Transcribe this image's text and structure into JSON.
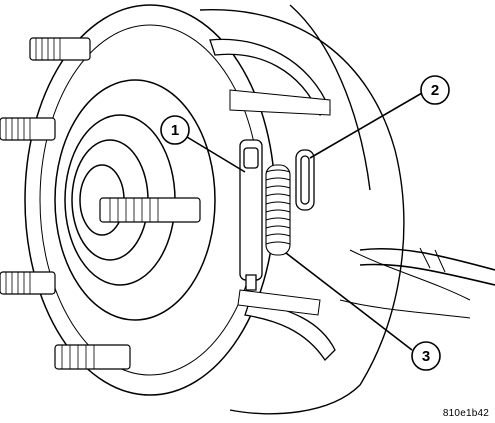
{
  "diagram": {
    "callouts": [
      {
        "id": "callout-1",
        "label": "1"
      },
      {
        "id": "callout-2",
        "label": "2"
      },
      {
        "id": "callout-3",
        "label": "3"
      }
    ],
    "figure_id": "810e1b42"
  }
}
